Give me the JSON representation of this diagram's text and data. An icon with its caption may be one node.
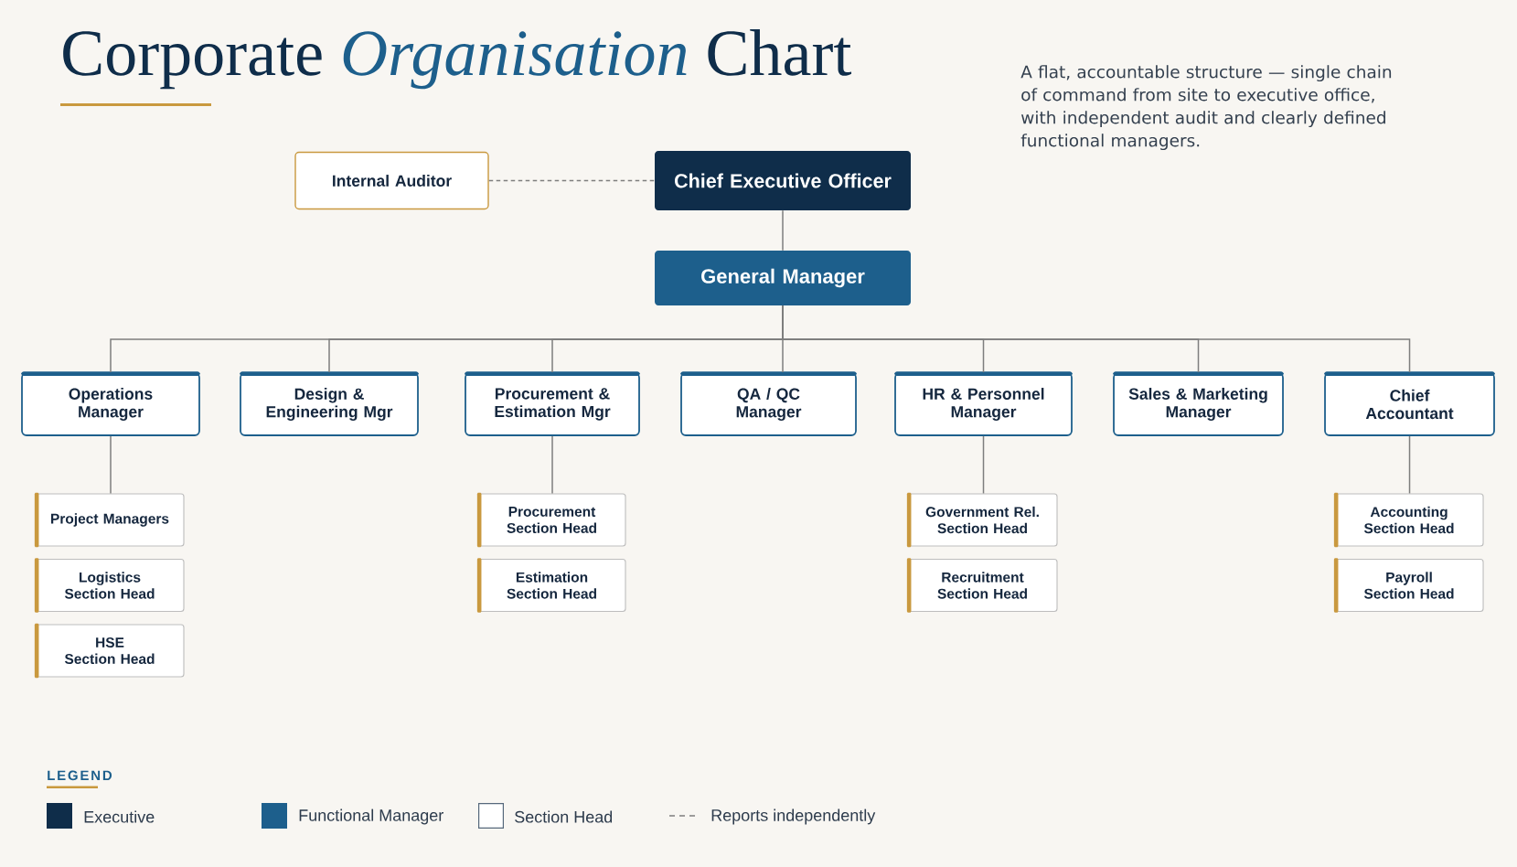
{
  "diagram": {
    "title": "Corporate *Organisation* Chart",
    "nodes": [
      {
        "text": [
          "Internal Auditor"
        ]
      },
      {
        "text": [
          "Chief Executive Officer"
        ]
      },
      {
        "text": [
          "General Manager"
        ]
      },
      {
        "text": [
          "Operations Manager"
        ]
      },
      {
        "text": [
          "Design & Engineering Mgr"
        ]
      },
      {
        "text": [
          "Procurement & Estimation Mgr"
        ]
      },
      {
        "text": [
          "QA / QC Manager"
        ]
      },
      {
        "text": [
          "HR & Personnel Manager"
        ]
      },
      {
        "text": [
          "Sales & Marketing Manager"
        ]
      },
      {
        "text": [
          "Chief Accountant"
        ]
      },
      {
        "text": [
          "Project Managers"
        ]
      },
      {
        "text": [
          "Logistics Section Head"
        ]
      },
      {
        "text": [
          "HSE Section Head"
        ]
      },
      {
        "text": [
          "Procurement Section Head"
        ]
      },
      {
        "text": [
          "Estimation Section Head"
        ]
      },
      {
        "text": [
          "Government Rel. Section Head"
        ]
      },
      {
        "text": [
          "Recruitment Section Head"
        ]
      },
      {
        "text": [
          "Accounting Section Head"
        ]
      },
      {
        "text": [
          "Payroll Section Head"
        ]
      }
    ],
    "edges": [
      {
        "from": 0,
        "to": 1,
        "arrow": "none",
        "style": "dashed"
      },
      {
        "from": 1,
        "to": 2,
        "arrow": "none"
      },
      {
        "from": 2,
        "to": 3,
        "arrow": "none"
      },
      {
        "from": 2,
        "to": 4,
        "arrow": "none"
      },
      {
        "from": 2,
        "to": 5,
        "arrow": "none"
      },
      {
        "from": 2,
        "to": 6,
        "arrow": "none"
      },
      {
        "from": 2,
        "to": 7,
        "arrow": "none"
      },
      {
        "from": 2,
        "to": 8,
        "arrow": "none"
      },
      {
        "from": 2,
        "to": 9,
        "arrow": "none"
      },
      {
        "from": 3,
        "to": 10,
        "arrow": "none"
      },
      {
        "from": 5,
        "to": 13,
        "arrow": "none"
      },
      {
        "from": 7,
        "to": 15,
        "arrow": "none"
      },
      {
        "from": 9,
        "to": 17,
        "arrow": "none"
      }
    ],
    "labels": [
      "A flat, accountable structure — single chain of command from site to executive office, with independent audit and clearly defined functional managers.",
      "LEGEND"
    ],
    "legend": [
      {
        "text": "Executive",
        "color": "#0f2d4a"
      },
      {
        "text": "Functional Manager",
        "color": "#1d5f8c"
      },
      {
        "text": "Section Head"
      },
      {
        "text": "Reports independently"
      }
    ]
  }
}
